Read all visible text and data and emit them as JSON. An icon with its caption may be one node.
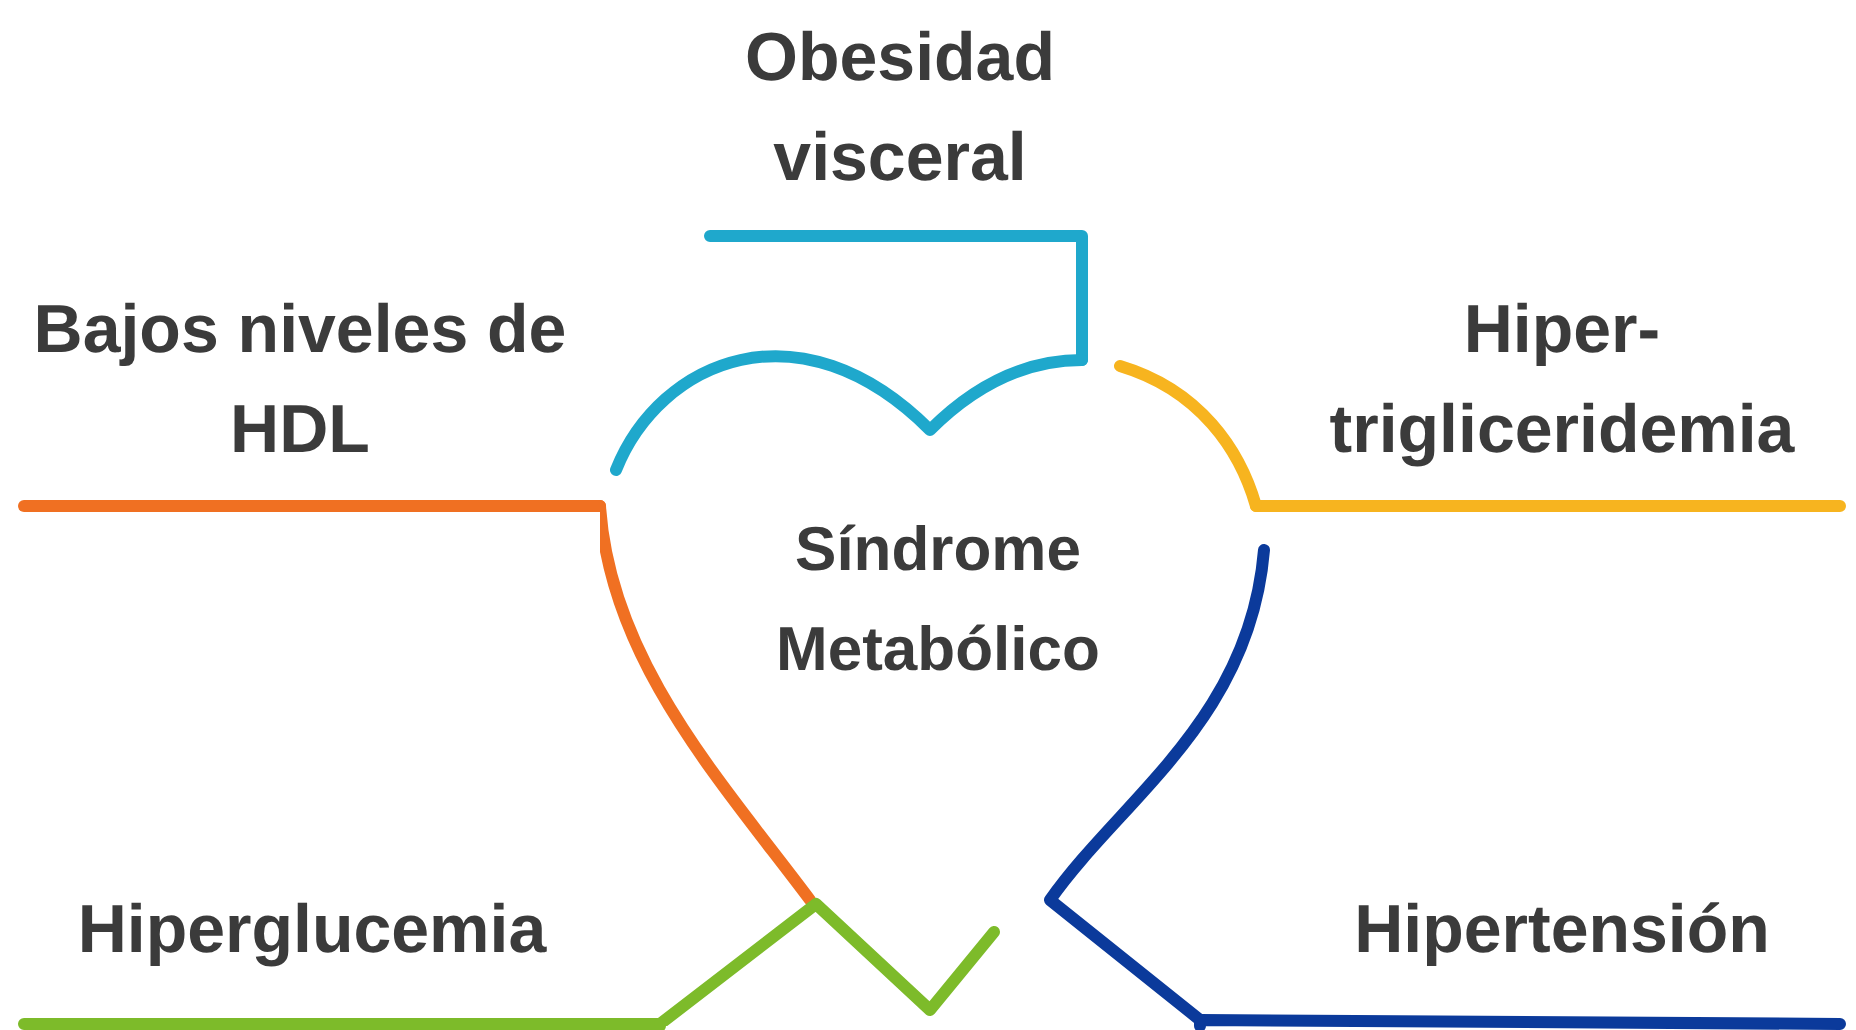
{
  "diagram": {
    "nodes": [
      {
        "text": [
          "Síndrome Metabólico"
        ]
      },
      {
        "text": [
          "Obesidad visceral"
        ]
      },
      {
        "text": [
          "Bajos niveles de HDL"
        ]
      },
      {
        "text": [
          "Hiper- trigliceridemia"
        ]
      },
      {
        "text": [
          "Hiperglucemia"
        ]
      },
      {
        "text": [
          "Hipertensión"
        ]
      }
    ],
    "edges": [
      {
        "from": 0,
        "to": 1,
        "arrow": "none",
        "color": "#1fa8cc"
      },
      {
        "from": 0,
        "to": 2,
        "arrow": "none",
        "color": "#f07022"
      },
      {
        "from": 0,
        "to": 3,
        "arrow": "none",
        "color": "#f7b41f"
      },
      {
        "from": 0,
        "to": 4,
        "arrow": "none",
        "color": "#7dbb2a"
      },
      {
        "from": 0,
        "to": 5,
        "arrow": "none",
        "color": "#0b3a9b"
      }
    ]
  }
}
